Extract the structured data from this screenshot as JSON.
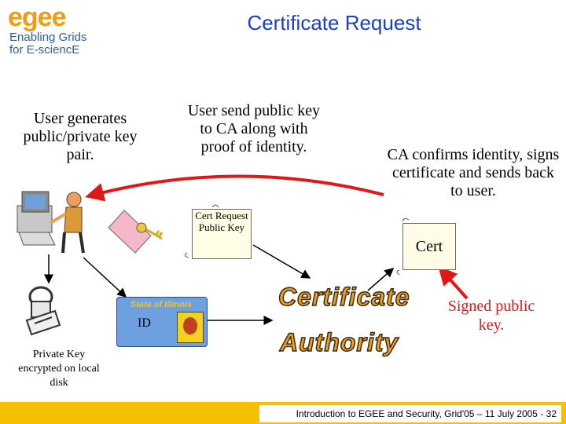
{
  "logo": {
    "wordmark": "egee",
    "line1": "Enabling Grids",
    "line2": "for E-sciencE"
  },
  "title": "Certificate Request",
  "captions": {
    "generate": "User generates public/private key pair.",
    "send": "User send public key to CA along with proof of identity.",
    "confirm": "CA confirms identity, signs certificate and sends back to user.",
    "private_key": "Private Key encrypted on local disk",
    "signed": "Signed public key."
  },
  "request_doc": "Cert Request Public Key",
  "cert_doc": "Cert",
  "id_card": {
    "header": "State of Illinois",
    "label": "ID"
  },
  "ca_title": {
    "line1": "Certificate",
    "line2": "Authority"
  },
  "footer": "Introduction to EGEE and Security, Grid'05 – 11 July 2005 - 32",
  "colors": {
    "title": "#1b3fc2",
    "arrow_red": "#e01818",
    "ca_orange": "#f3a016",
    "footer_bar": "#f5c000",
    "logo_orange": "#f39c12",
    "logo_blue": "#2b5fa8"
  }
}
